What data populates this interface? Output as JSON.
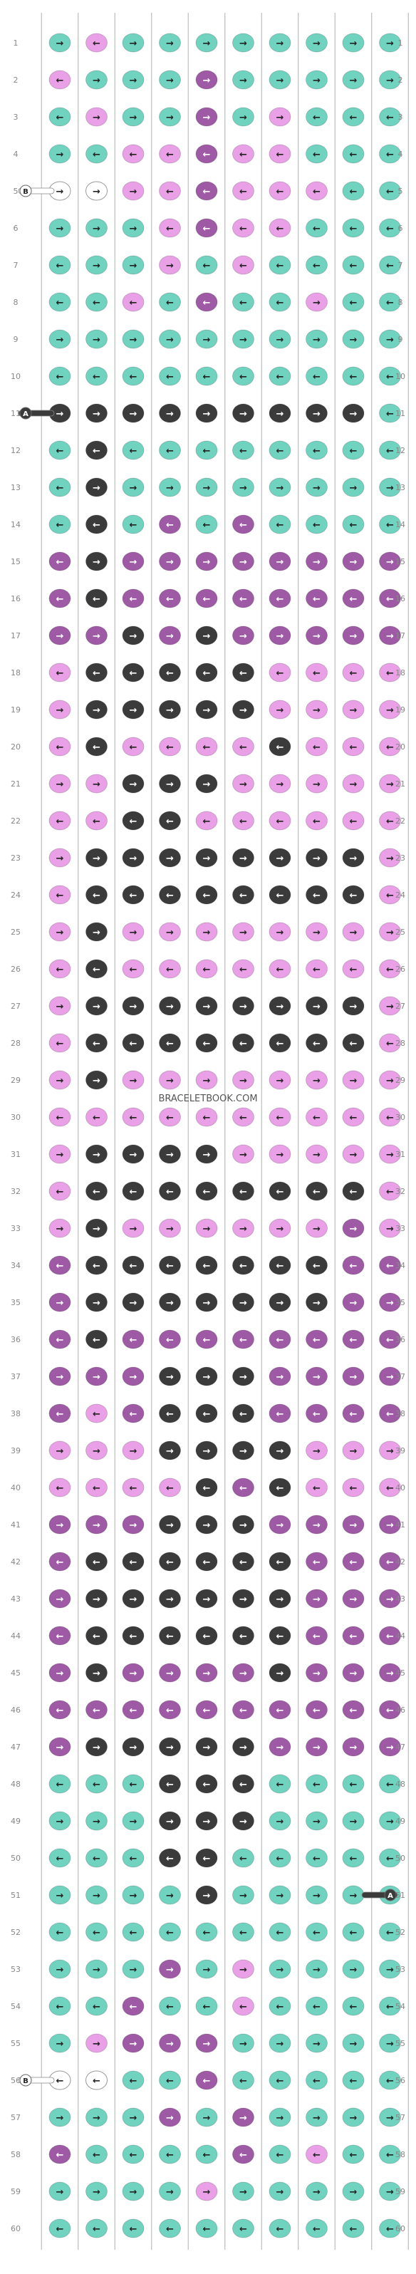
{
  "watermark": "BRACELETBOOK.COM",
  "colors": {
    "A": "#3b3b3b",
    "B": "#ffffff",
    "C": "#6fd3c0",
    "D": "#e9a0e6",
    "E": "#9e5aa5"
  },
  "edge_markers": {
    "left": [
      {
        "row": 11,
        "label": "A",
        "color": "A"
      },
      {
        "row": 5,
        "label": "B",
        "color": "B"
      },
      {
        "row": 56,
        "label": "B",
        "color": "B"
      }
    ],
    "right": [
      {
        "row": 51,
        "label": "A",
        "color": "A"
      }
    ]
  },
  "row_count": 60,
  "rows": [
    [
      "C",
      "D",
      "C",
      "C",
      "C",
      "C",
      "C",
      "C",
      "C",
      "C"
    ],
    [
      "D",
      "C",
      "C",
      "C",
      "E",
      "C",
      "C",
      "C",
      "C",
      "C"
    ],
    [
      "C",
      "D",
      "C",
      "C",
      "E",
      "C",
      "D",
      "C",
      "C",
      "C"
    ],
    [
      "C",
      "C",
      "D",
      "D",
      "E",
      "D",
      "D",
      "C",
      "C",
      "C"
    ],
    [
      "B",
      "B",
      "D",
      "D",
      "E",
      "D",
      "D",
      "D",
      "C",
      "C"
    ],
    [
      "C",
      "C",
      "C",
      "D",
      "E",
      "D",
      "D",
      "C",
      "C",
      "C"
    ],
    [
      "C",
      "C",
      "C",
      "D",
      "C",
      "D",
      "C",
      "C",
      "C",
      "C"
    ],
    [
      "C",
      "C",
      "D",
      "C",
      "E",
      "C",
      "C",
      "D",
      "C",
      "C"
    ],
    [
      "C",
      "C",
      "C",
      "C",
      "C",
      "C",
      "C",
      "C",
      "C",
      "C"
    ],
    [
      "C",
      "C",
      "C",
      "C",
      "C",
      "C",
      "C",
      "C",
      "C",
      "C"
    ],
    [
      "A",
      "A",
      "A",
      "A",
      "A",
      "A",
      "A",
      "A",
      "A",
      "C"
    ],
    [
      "C",
      "A",
      "C",
      "C",
      "C",
      "C",
      "C",
      "C",
      "C",
      "C"
    ],
    [
      "C",
      "A",
      "C",
      "C",
      "C",
      "C",
      "C",
      "C",
      "C",
      "C"
    ],
    [
      "C",
      "A",
      "C",
      "E",
      "C",
      "E",
      "C",
      "C",
      "C",
      "C"
    ],
    [
      "E",
      "A",
      "E",
      "E",
      "E",
      "E",
      "E",
      "E",
      "E",
      "E"
    ],
    [
      "E",
      "A",
      "E",
      "E",
      "E",
      "E",
      "E",
      "E",
      "E",
      "E"
    ],
    [
      "E",
      "E",
      "A",
      "E",
      "A",
      "E",
      "E",
      "E",
      "E",
      "E"
    ],
    [
      "D",
      "A",
      "A",
      "A",
      "A",
      "A",
      "D",
      "D",
      "D",
      "D"
    ],
    [
      "D",
      "A",
      "A",
      "A",
      "A",
      "A",
      "D",
      "D",
      "D",
      "D"
    ],
    [
      "D",
      "A",
      "D",
      "D",
      "D",
      "D",
      "A",
      "D",
      "D",
      "D"
    ],
    [
      "D",
      "D",
      "A",
      "A",
      "A",
      "D",
      "D",
      "D",
      "D",
      "D"
    ],
    [
      "D",
      "D",
      "A",
      "A",
      "D",
      "D",
      "D",
      "D",
      "D",
      "D"
    ],
    [
      "D",
      "A",
      "A",
      "A",
      "A",
      "A",
      "A",
      "A",
      "A",
      "D"
    ],
    [
      "D",
      "A",
      "A",
      "A",
      "A",
      "A",
      "A",
      "A",
      "A",
      "D"
    ],
    [
      "D",
      "A",
      "D",
      "D",
      "D",
      "D",
      "D",
      "D",
      "D",
      "D"
    ],
    [
      "D",
      "A",
      "D",
      "D",
      "D",
      "D",
      "D",
      "D",
      "D",
      "D"
    ],
    [
      "D",
      "A",
      "A",
      "A",
      "A",
      "A",
      "A",
      "A",
      "A",
      "D"
    ],
    [
      "D",
      "A",
      "A",
      "A",
      "A",
      "A",
      "A",
      "A",
      "A",
      "D"
    ],
    [
      "D",
      "A",
      "D",
      "D",
      "D",
      "D",
      "D",
      "D",
      "D",
      "D"
    ],
    [
      "D",
      "D",
      "D",
      "D",
      "D",
      "D",
      "D",
      "D",
      "D",
      "D"
    ],
    [
      "D",
      "A",
      "A",
      "A",
      "A",
      "D",
      "D",
      "D",
      "D",
      "D"
    ],
    [
      "D",
      "A",
      "A",
      "A",
      "A",
      "A",
      "A",
      "A",
      "A",
      "D"
    ],
    [
      "D",
      "A",
      "D",
      "D",
      "D",
      "D",
      "D",
      "D",
      "E",
      "D"
    ],
    [
      "E",
      "A",
      "A",
      "A",
      "A",
      "A",
      "A",
      "A",
      "E",
      "E"
    ],
    [
      "E",
      "A",
      "A",
      "A",
      "A",
      "A",
      "A",
      "A",
      "E",
      "E"
    ],
    [
      "E",
      "A",
      "E",
      "E",
      "E",
      "E",
      "E",
      "E",
      "E",
      "E"
    ],
    [
      "E",
      "E",
      "E",
      "A",
      "A",
      "A",
      "E",
      "E",
      "E",
      "E"
    ],
    [
      "E",
      "D",
      "E",
      "A",
      "A",
      "A",
      "E",
      "E",
      "E",
      "E"
    ],
    [
      "D",
      "D",
      "D",
      "A",
      "A",
      "A",
      "A",
      "D",
      "D",
      "D"
    ],
    [
      "D",
      "D",
      "D",
      "D",
      "A",
      "E",
      "A",
      "D",
      "D",
      "D"
    ],
    [
      "E",
      "E",
      "E",
      "A",
      "A",
      "A",
      "E",
      "E",
      "E",
      "E"
    ],
    [
      "E",
      "A",
      "A",
      "A",
      "A",
      "A",
      "A",
      "E",
      "E",
      "E"
    ],
    [
      "E",
      "A",
      "A",
      "A",
      "A",
      "A",
      "A",
      "E",
      "E",
      "E"
    ],
    [
      "E",
      "A",
      "A",
      "A",
      "A",
      "A",
      "A",
      "E",
      "E",
      "E"
    ],
    [
      "E",
      "A",
      "E",
      "E",
      "E",
      "E",
      "A",
      "E",
      "E",
      "E"
    ],
    [
      "E",
      "E",
      "E",
      "E",
      "E",
      "E",
      "E",
      "E",
      "E",
      "E"
    ],
    [
      "E",
      "A",
      "A",
      "A",
      "A",
      "A",
      "E",
      "E",
      "E",
      "E"
    ],
    [
      "C",
      "C",
      "C",
      "A",
      "A",
      "A",
      "C",
      "C",
      "C",
      "C"
    ],
    [
      "C",
      "C",
      "C",
      "A",
      "A",
      "A",
      "C",
      "C",
      "C",
      "C"
    ],
    [
      "C",
      "C",
      "C",
      "A",
      "A",
      "C",
      "C",
      "C",
      "C",
      "C"
    ],
    [
      "C",
      "C",
      "C",
      "C",
      "A",
      "C",
      "C",
      "C",
      "C",
      "C"
    ],
    [
      "C",
      "C",
      "C",
      "C",
      "C",
      "C",
      "C",
      "C",
      "C",
      "C"
    ],
    [
      "C",
      "C",
      "C",
      "E",
      "C",
      "D",
      "C",
      "C",
      "C",
      "C"
    ],
    [
      "C",
      "C",
      "E",
      "C",
      "C",
      "D",
      "C",
      "C",
      "C",
      "C"
    ],
    [
      "C",
      "D",
      "E",
      "E",
      "E",
      "C",
      "C",
      "C",
      "C",
      "C"
    ],
    [
      "B",
      "B",
      "C",
      "C",
      "E",
      "C",
      "C",
      "C",
      "C",
      "C"
    ],
    [
      "C",
      "C",
      "C",
      "E",
      "C",
      "E",
      "C",
      "C",
      "C",
      "C"
    ],
    [
      "E",
      "C",
      "C",
      "C",
      "C",
      "E",
      "C",
      "D",
      "C",
      "C"
    ],
    [
      "C",
      "C",
      "C",
      "C",
      "D",
      "C",
      "C",
      "C",
      "C",
      "C"
    ],
    [
      "C",
      "C",
      "C",
      "C",
      "C",
      "C",
      "C",
      "C",
      "C",
      "C"
    ]
  ],
  "arrows": [
    "→←→→→→→→→→",
    "←→→→→→→→→→",
    "←→→→→→→←←←",
    "→←←←←←←←←←",
    "→→→←←←←←←←",
    "→→→←←←←←←←",
    "←→→→←←←←←←",
    "←←←←←←←→←←",
    "→→→→→→→→→→",
    "←←←←←←←←←←",
    "→→→→→→→→→←",
    "←←←←←←←←←←",
    "←→→→→→→→→→",
    "←←←←←←←←←←",
    "←→→→→→→→→→",
    "←←←←←←←←←←",
    "→→→→→→→→→→",
    "←←←←←←←←←←",
    "→→→→→→→→→→",
    "←←←←←←←←←←",
    "→→→→→→→→→→",
    "←←←←←←←←←←",
    "→→→→→→→→→→",
    "←←←←←←←←←←",
    "→→→→→→→→→→",
    "←←←←←←←←←←",
    "→→→→→→→→→→",
    "←←←←←←←←←←",
    "→→→→→→→→→→",
    "←←←←←←←←←←",
    "→→→→→→→→→→",
    "←←←←←←←←←←",
    "→→→→→→→→→→",
    "←←←←←←←←←←",
    "→→→→→→→→→→",
    "←←←←←←←←←←",
    "→→→→→→→→→→",
    "←←←←←←←←←←",
    "→→→→→→→→→→",
    "←←←←←←←←←←",
    "→→→→→→→→→→",
    "←←←←←←←←←←",
    "→→→→→→→→→→",
    "←←←←←←←←←←",
    "→→→→→→→→→→",
    "←←←←←←←←←←",
    "→→→→→→→→→→",
    "←←←←←←←←←←",
    "→→→→→→→→→→",
    "←←←←←←←←←←",
    "→→→→→→→→→→",
    "←←←←←←←←←←",
    "→→→→→→→→→→",
    "←←←←←←←←←←",
    "→→→→→→→→→→",
    "←←←←←←←←←←",
    "→→→→→→→→→→",
    "←←←←←←←←←←",
    "→→→→→→→→→→",
    "←←←←←←←←←←"
  ]
}
